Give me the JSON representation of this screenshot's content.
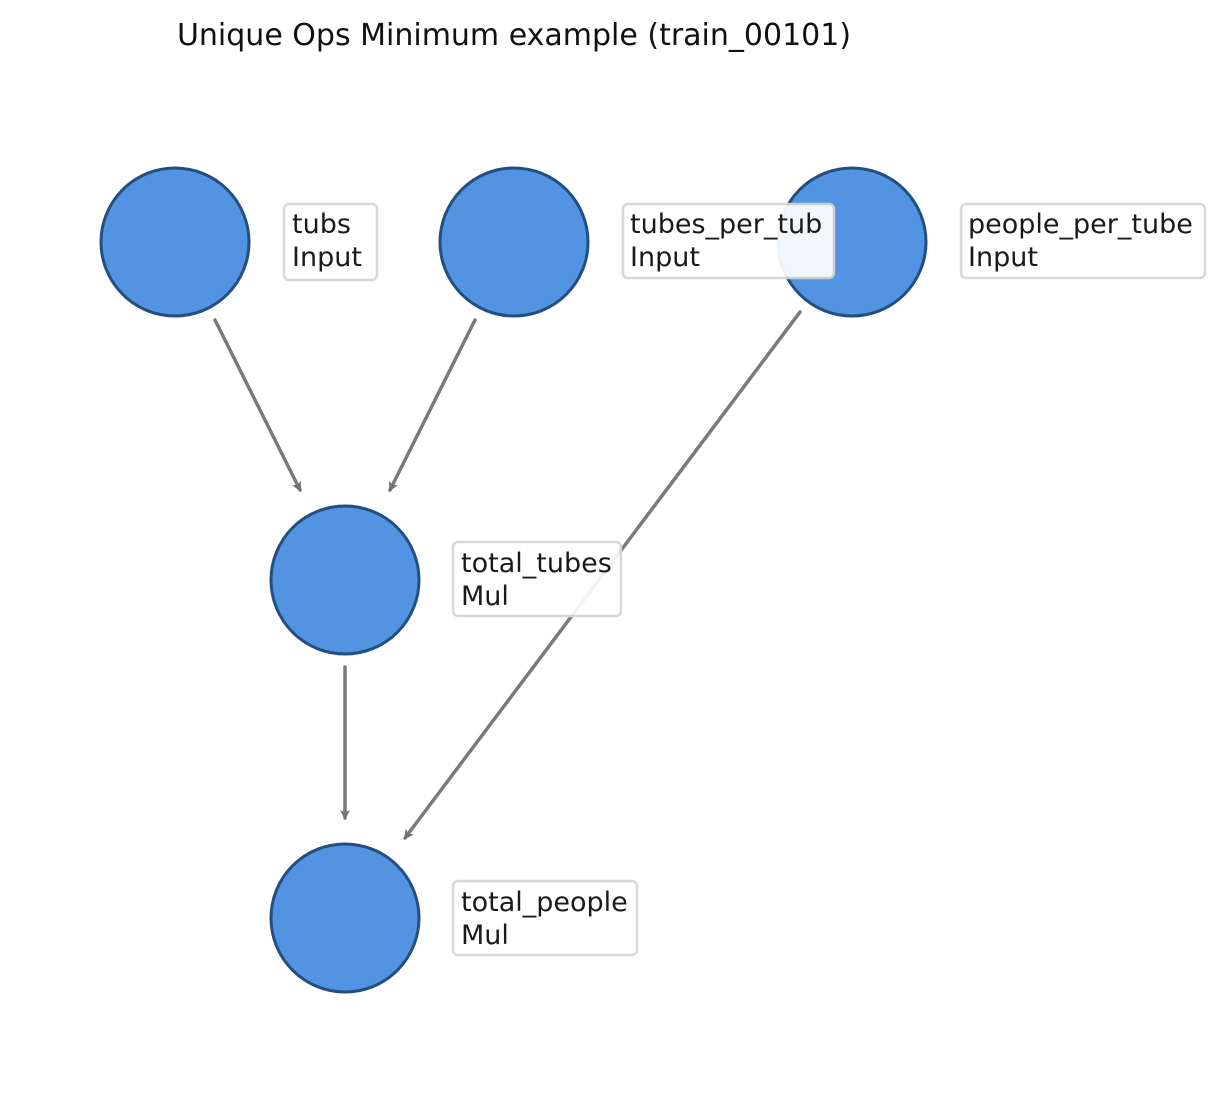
{
  "title": "Unique Ops Minimum example (train_00101)",
  "colors": {
    "node_fill": "#5294e2",
    "node_stroke": "#234f80",
    "edge": "#7a7a7a",
    "label_box_fill": "#ffffff",
    "label_box_stroke": "#d4d4d4"
  },
  "nodes": [
    {
      "id": "tubs",
      "name": "tubs",
      "op": "Input"
    },
    {
      "id": "tubes_per_tub",
      "name": "tubes_per_tub",
      "op": "Input"
    },
    {
      "id": "people_per_tube",
      "name": "people_per_tube",
      "op": "Input"
    },
    {
      "id": "total_tubes",
      "name": "total_tubes",
      "op": "Mul"
    },
    {
      "id": "total_people",
      "name": "total_people",
      "op": "Mul"
    }
  ],
  "edges": [
    {
      "from": "tubs",
      "to": "total_tubes"
    },
    {
      "from": "tubes_per_tub",
      "to": "total_tubes"
    },
    {
      "from": "people_per_tube",
      "to": "total_people"
    },
    {
      "from": "total_tubes",
      "to": "total_people"
    }
  ]
}
